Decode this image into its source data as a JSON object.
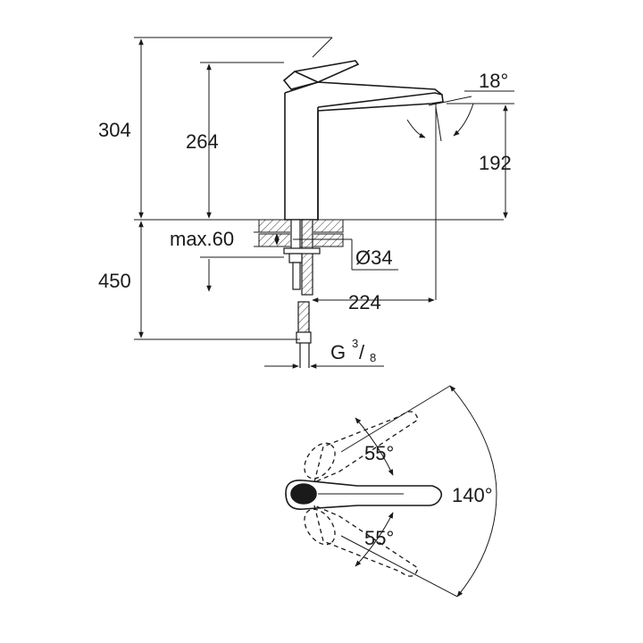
{
  "drawing": {
    "side_view": {
      "height_total": "304",
      "height_spout": "264",
      "spout_angle": "18°",
      "spout_height": "192",
      "max_thickness": "max.60",
      "hole_diameter": "Ø34",
      "below_deck": "450",
      "spout_reach": "224",
      "thread_prefix": "G",
      "thread_numerator": "3",
      "thread_denominator": "8"
    },
    "top_view": {
      "angle_upper": "55°",
      "angle_lower": "55°",
      "angle_total": "140°"
    }
  }
}
